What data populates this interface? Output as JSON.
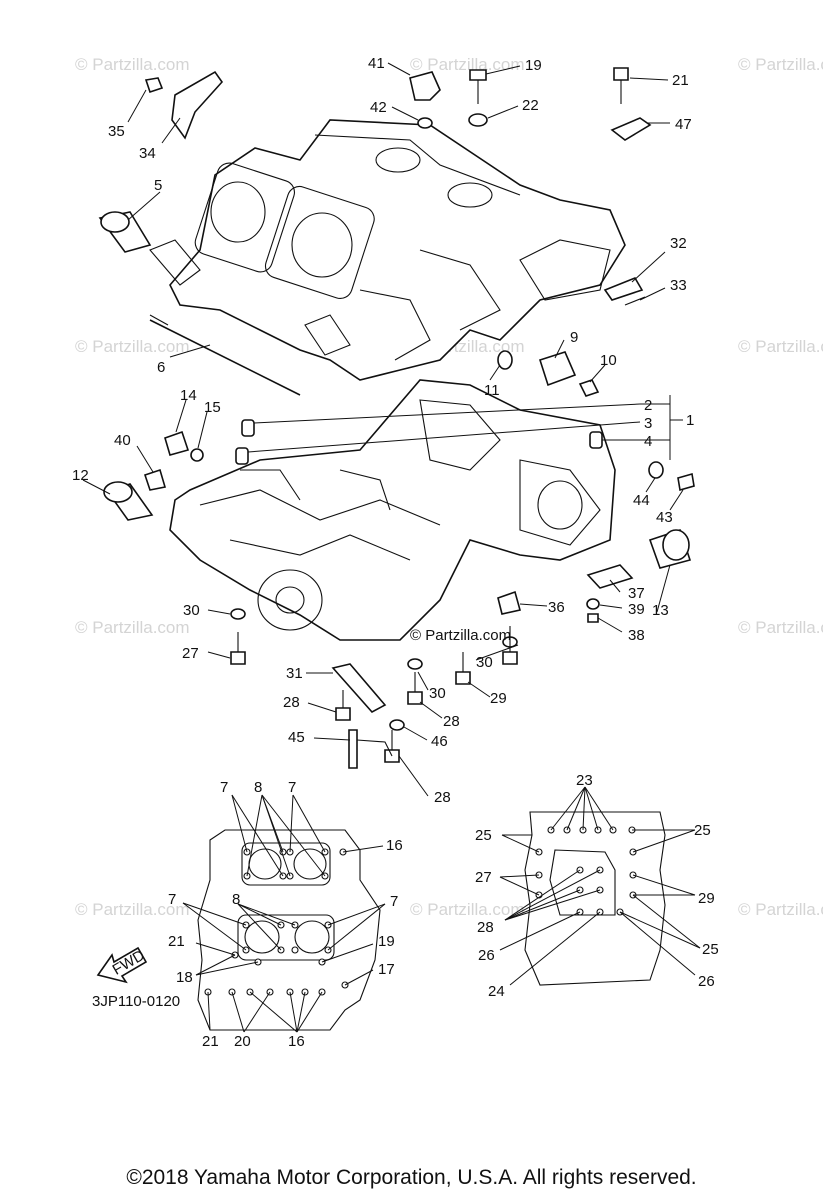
{
  "diagram_code": "3JP110-0120",
  "fwd_label": "FWD",
  "center_watermark": "© Partzilla.com",
  "watermark_text": "© Partzilla.com",
  "copyright": "©2018  Yamaha Motor Corporation, U.S.A. All rights reserved.",
  "callouts": {
    "c1": "1",
    "c2": "2",
    "c3": "3",
    "c4": "4",
    "c5": "5",
    "c6": "6",
    "c7a": "7",
    "c7b": "7",
    "c7c": "7",
    "c7d": "7",
    "c8a": "8",
    "c8b": "8",
    "c9": "9",
    "c10": "10",
    "c11": "11",
    "c12": "12",
    "c13": "13",
    "c14": "14",
    "c15": "15",
    "c16a": "16",
    "c16b": "16",
    "c17": "17",
    "c18": "18",
    "c19a": "19",
    "c19b": "19",
    "c20": "20",
    "c21a": "21",
    "c21b": "21",
    "c21c": "21",
    "c22": "22",
    "c23": "23",
    "c24": "24",
    "c25a": "25",
    "c25b": "25",
    "c25c": "25",
    "c26a": "26",
    "c26b": "26",
    "c27a": "27",
    "c27b": "27",
    "c28a": "28",
    "c28b": "28",
    "c28c": "28",
    "c28d": "28",
    "c29a": "29",
    "c29b": "29",
    "c30a": "30",
    "c30b": "30",
    "c30c": "30",
    "c31": "31",
    "c32": "32",
    "c33": "33",
    "c34": "34",
    "c35": "35",
    "c36": "36",
    "c37": "37",
    "c38": "38",
    "c39": "39",
    "c40": "40",
    "c41": "41",
    "c42": "42",
    "c43": "43",
    "c44": "44",
    "c45": "45",
    "c46": "46",
    "c47": "47"
  }
}
